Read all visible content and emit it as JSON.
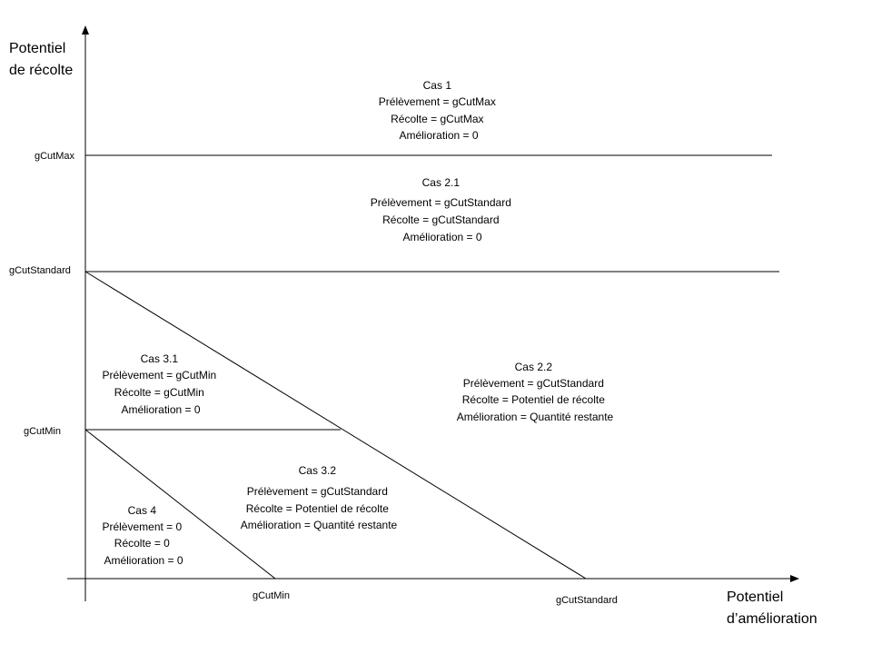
{
  "y_axis": {
    "title": [
      "Potentiel",
      "de récolte"
    ],
    "ticks": [
      "gCutMax",
      "gCutStandard",
      "gCutMin"
    ]
  },
  "x_axis": {
    "title": [
      "Potentiel",
      "d’amélioration"
    ],
    "ticks": [
      "gCutMin",
      "gCutStandard"
    ]
  },
  "regions": {
    "cas1": {
      "title": "Cas 1",
      "lines": [
        "Prélèvement = gCutMax",
        "Récolte = gCutMax",
        "Amélioration = 0"
      ]
    },
    "cas2_1": {
      "title": "Cas 2.1",
      "lines": [
        "Prélèvement = gCutStandard",
        "Récolte = gCutStandard",
        "Amélioration = 0"
      ]
    },
    "cas2_2": {
      "title": "Cas 2.2",
      "lines": [
        "Prélèvement = gCutStandard",
        "Récolte = Potentiel de récolte",
        "Amélioration = Quantité restante"
      ]
    },
    "cas3_1": {
      "title": "Cas 3.1",
      "lines": [
        "Prélèvement = gCutMin",
        "Récolte = gCutMin",
        "Amélioration = 0"
      ]
    },
    "cas3_2": {
      "title": "Cas 3.2",
      "lines": [
        "Prélèvement = gCutStandard",
        "Récolte = Potentiel de récolte",
        "Amélioration = Quantité restante"
      ]
    },
    "cas4": {
      "title": "Cas 4",
      "lines": [
        "Prélèvement  = 0",
        "Récolte = 0",
        "Amélioration = 0"
      ]
    }
  },
  "colors": {
    "line": "#000000",
    "text": "#000000",
    "background": "#ffffff"
  }
}
